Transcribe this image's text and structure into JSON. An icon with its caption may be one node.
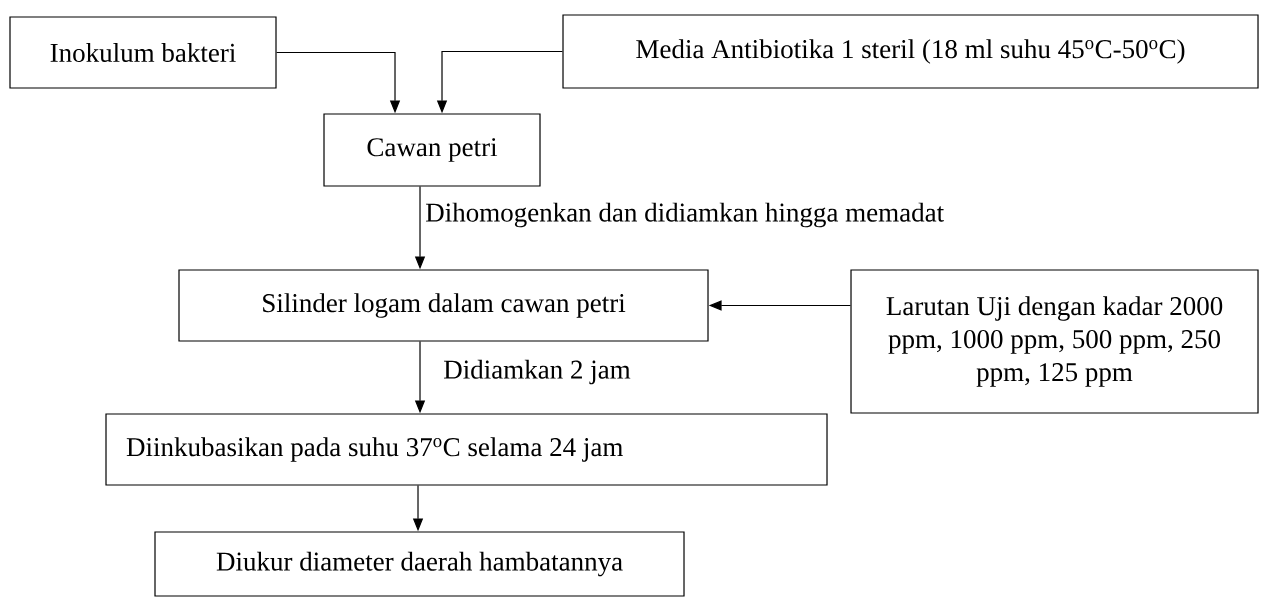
{
  "diagram": {
    "nodes": [
      {
        "text": [
          "Inokulum bakteri"
        ]
      },
      {
        "text": [
          "Media Antibiotika 1 steril (18 ml suhu 45$^{o}$C-50$^{o}$C)"
        ]
      },
      {
        "text": [
          "Cawan petri"
        ]
      },
      {
        "text": [
          "Silinder logam dalam cawan petri"
        ]
      },
      {
        "text": [
          "Larutan Uji dengan kadar 2000 ppm, 1000 ppm, 500 ppm, 250 ppm, 125 ppm"
        ]
      },
      {
        "text": [
          "Diinkubasikan pada suhu 37$^{o}$C selama 24 jam"
        ]
      },
      {
        "text": [
          "Diukur diameter daerah hambatannya"
        ]
      }
    ],
    "edges": [
      {
        "from": 0,
        "to": 2,
        "arrow": "to"
      },
      {
        "from": 1,
        "to": 2,
        "arrow": "to"
      },
      {
        "from": 2,
        "to": 3,
        "arrow": "to",
        "label": "Dihomogenkan dan didiamkan hingga memadat"
      },
      {
        "from": 4,
        "to": 3,
        "arrow": "to"
      },
      {
        "from": 3,
        "to": 5,
        "arrow": "to",
        "label": "Didiamkan 2 jam"
      },
      {
        "from": 5,
        "to": 6,
        "arrow": "to"
      }
    ]
  }
}
